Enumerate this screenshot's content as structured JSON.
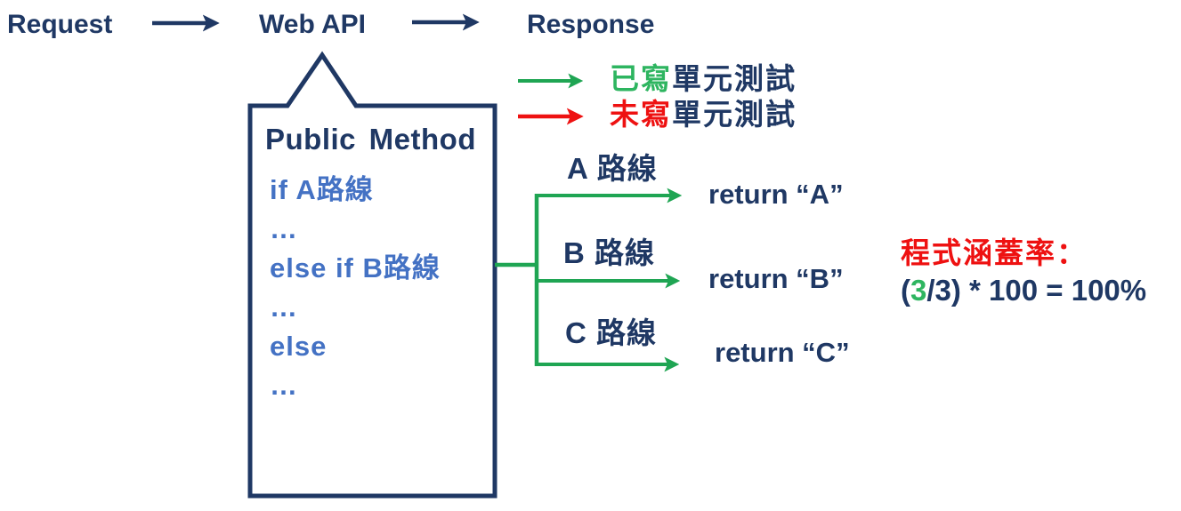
{
  "colors": {
    "navy": "#1F3864",
    "code_blue": "#4472C4",
    "arrow_green": "#1FA553",
    "text_green": "#2EB560",
    "red": "#EE1111"
  },
  "flow": {
    "request": "Request",
    "web_api": "Web API",
    "response": "Response"
  },
  "method_box": {
    "title": "Public Method",
    "code_lines": [
      "if A路線",
      "…",
      "else if B路線",
      "…",
      "else",
      "…"
    ]
  },
  "legend": {
    "written": {
      "highlight": "已寫",
      "rest": "單元測試"
    },
    "unwritten": {
      "highlight": "未寫",
      "rest": "單元測試"
    }
  },
  "branches": {
    "a": {
      "label": "A 路線",
      "return_value": "return “A”"
    },
    "b": {
      "label": "B 路線",
      "return_value": "return “B”"
    },
    "c": {
      "label": "C 路線",
      "return_value": "return “C”"
    }
  },
  "coverage": {
    "title": "程式涵蓋率：",
    "open_paren": "(",
    "numerator": "3",
    "rest": "/3) * 100 = 100%"
  }
}
